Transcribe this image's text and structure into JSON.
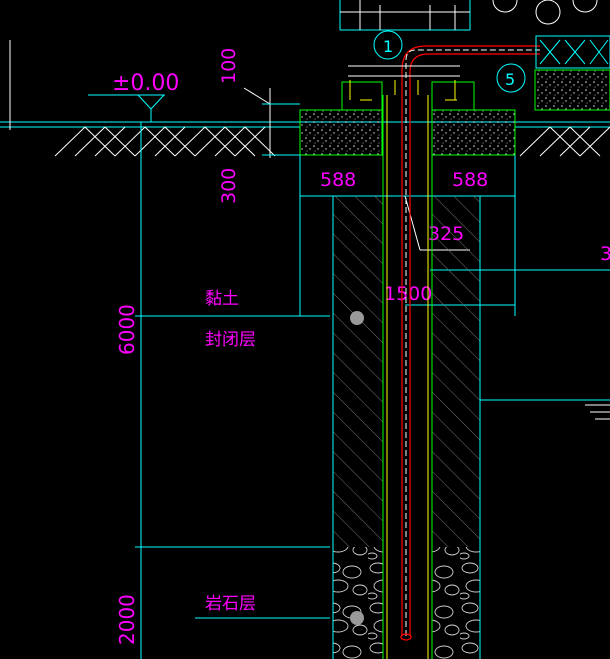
{
  "elevation_label": "±0.00",
  "dimensions": {
    "top_depth": "100",
    "cap_thickness": "300",
    "left_offset": "588",
    "right_offset": "588",
    "pipe_diameter": "325",
    "bore_diameter": "1500",
    "clay_depth": "6000",
    "rock_depth": "2000",
    "edge_fragment": "3"
  },
  "layers": {
    "clay": "黏土",
    "seal": "封闭层",
    "rock": "岩石层"
  },
  "callouts": {
    "tag_1": "1",
    "tag_5": "5"
  },
  "colors": {
    "background": "#000000",
    "lines": "#00ffff",
    "text": "#ff00ff",
    "concrete": "#00ff00",
    "pipe": "#ff0000"
  }
}
